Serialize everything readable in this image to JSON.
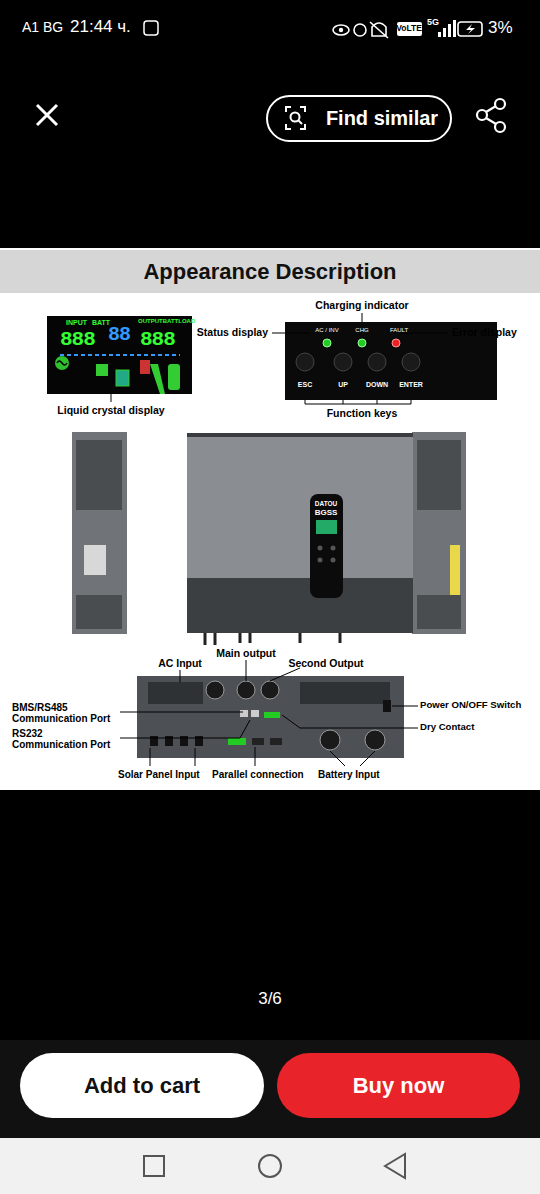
{
  "diagram": {
    "nodes": [
      {
        "text": [
          "Find similar"
        ]
      },
      {
        "text": [
          "Appearance Description"
        ]
      },
      {
        "text": [
          "Add to cart"
        ]
      },
      {
        "text": [
          "Buy now"
        ]
      }
    ],
    "labels": [
      "A1 BG",
      "21:44 ч.",
      "VoLTE",
      "5G",
      "3%",
      "Charging indicator",
      "Status display",
      "Error display",
      "INPUT",
      "BATT",
      "888",
      "88",
      "888",
      "OUTPUTBATTLOAD",
      "AC / INV",
      "CHG",
      "FAULT",
      "ESC",
      "UP",
      "DOWN",
      "ENTER",
      "Liquid crystal display",
      "Function keys",
      "DATOU",
      "BGSS",
      "AC Input",
      "Main output",
      "Second Output",
      "BMS/RS485 Communication Port",
      "RS232 Communication Port",
      "Solar Panel Input",
      "Parallel connection",
      "Battery Input",
      "Power ON/OFF Switch",
      "Dry Contact",
      "3/6"
    ]
  }
}
